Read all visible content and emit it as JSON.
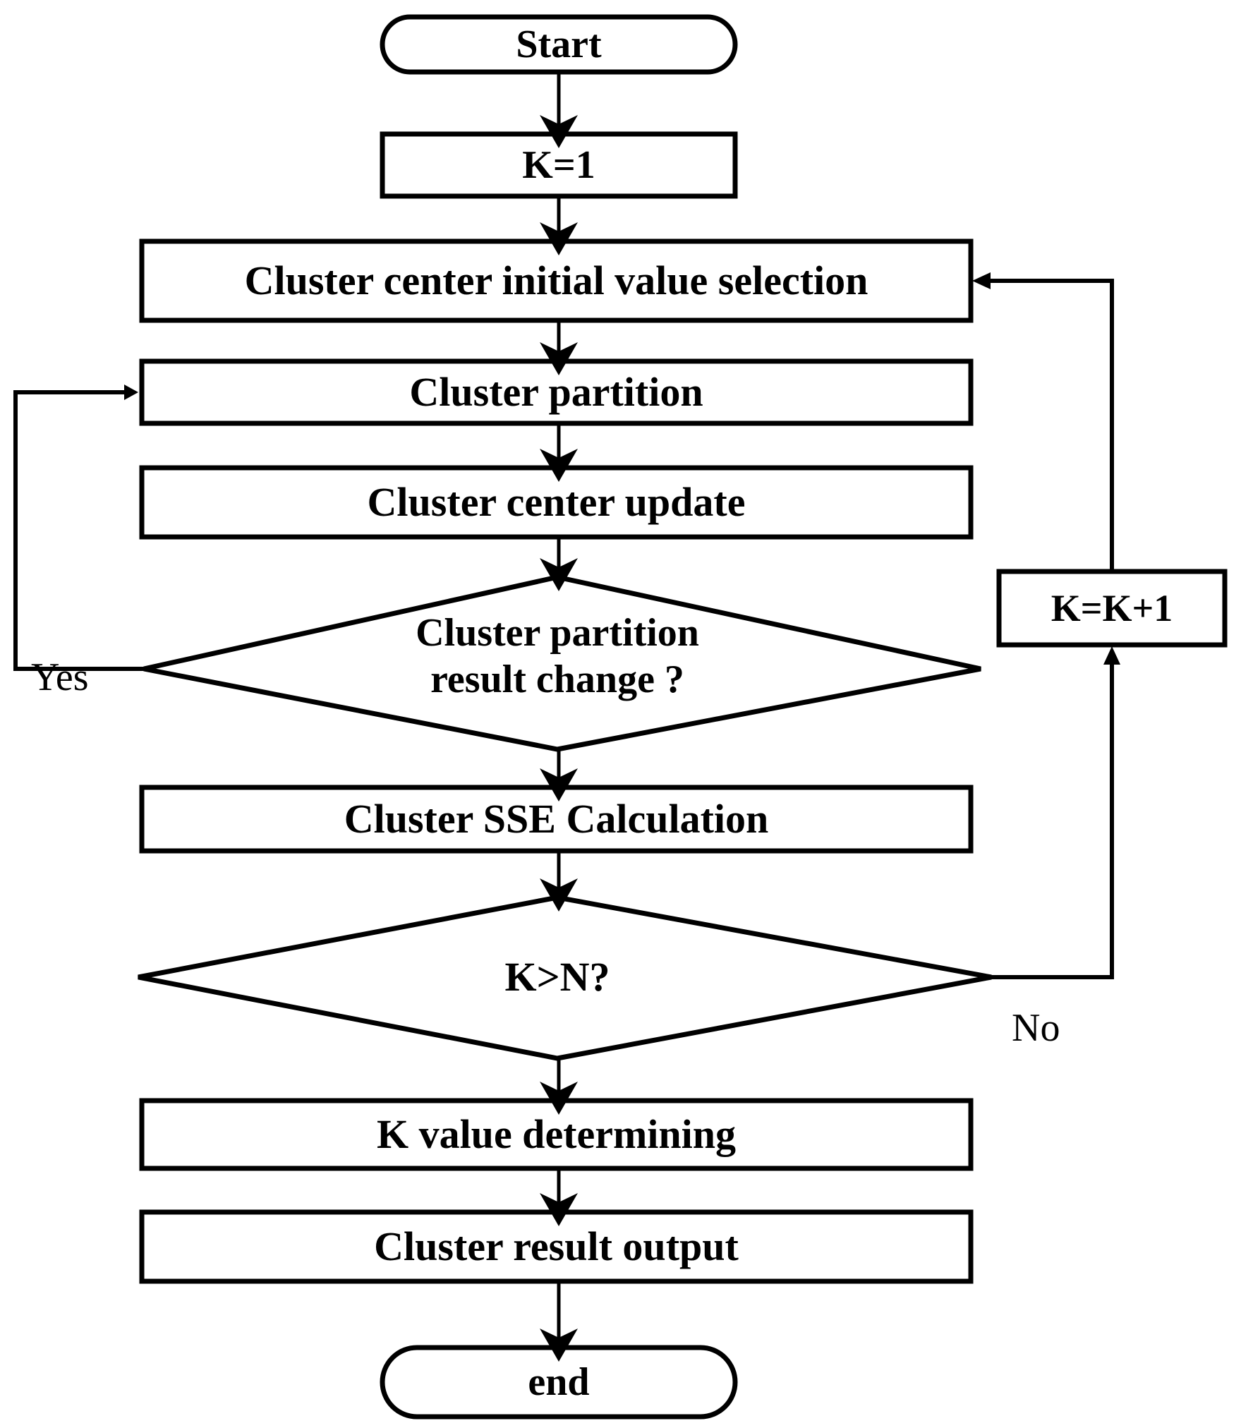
{
  "diagram": {
    "title": "K-means clustering algorithm flowchart",
    "type": "flowchart",
    "stroke_color": "#000000",
    "fill_color": "#ffffff",
    "background": "#ffffff"
  },
  "nodes": {
    "start": {
      "label": "Start",
      "shape": "terminator"
    },
    "k_init": {
      "label": "K=1",
      "shape": "process"
    },
    "center_init": {
      "label": "Cluster center initial value selection",
      "shape": "process"
    },
    "partition": {
      "label": "Cluster partition",
      "shape": "process"
    },
    "center_update": {
      "label": "Cluster center update",
      "shape": "process"
    },
    "change_decision": {
      "label": "Cluster partition\nresult change ?",
      "shape": "decision"
    },
    "sse": {
      "label": "Cluster SSE Calculation",
      "shape": "process"
    },
    "kn_decision": {
      "label": "K>N?",
      "shape": "decision"
    },
    "k_increment": {
      "label": "K=K+1",
      "shape": "process"
    },
    "k_determine": {
      "label": "K value determining",
      "shape": "process"
    },
    "result_output": {
      "label": "Cluster result output",
      "shape": "process"
    },
    "end": {
      "label": "end",
      "shape": "terminator"
    }
  },
  "edge_labels": {
    "yes": "Yes",
    "no": "No"
  },
  "edges": [
    {
      "from": "start",
      "to": "k_init",
      "label": ""
    },
    {
      "from": "k_init",
      "to": "center_init",
      "label": ""
    },
    {
      "from": "center_init",
      "to": "partition",
      "label": ""
    },
    {
      "from": "partition",
      "to": "center_update",
      "label": ""
    },
    {
      "from": "center_update",
      "to": "change_decision",
      "label": ""
    },
    {
      "from": "change_decision",
      "to": "partition",
      "label": "Yes"
    },
    {
      "from": "change_decision",
      "to": "sse",
      "label": ""
    },
    {
      "from": "sse",
      "to": "kn_decision",
      "label": ""
    },
    {
      "from": "kn_decision",
      "to": "k_increment",
      "label": "No"
    },
    {
      "from": "k_increment",
      "to": "center_init",
      "label": ""
    },
    {
      "from": "kn_decision",
      "to": "k_determine",
      "label": ""
    },
    {
      "from": "k_determine",
      "to": "result_output",
      "label": ""
    },
    {
      "from": "result_output",
      "to": "end",
      "label": ""
    }
  ]
}
